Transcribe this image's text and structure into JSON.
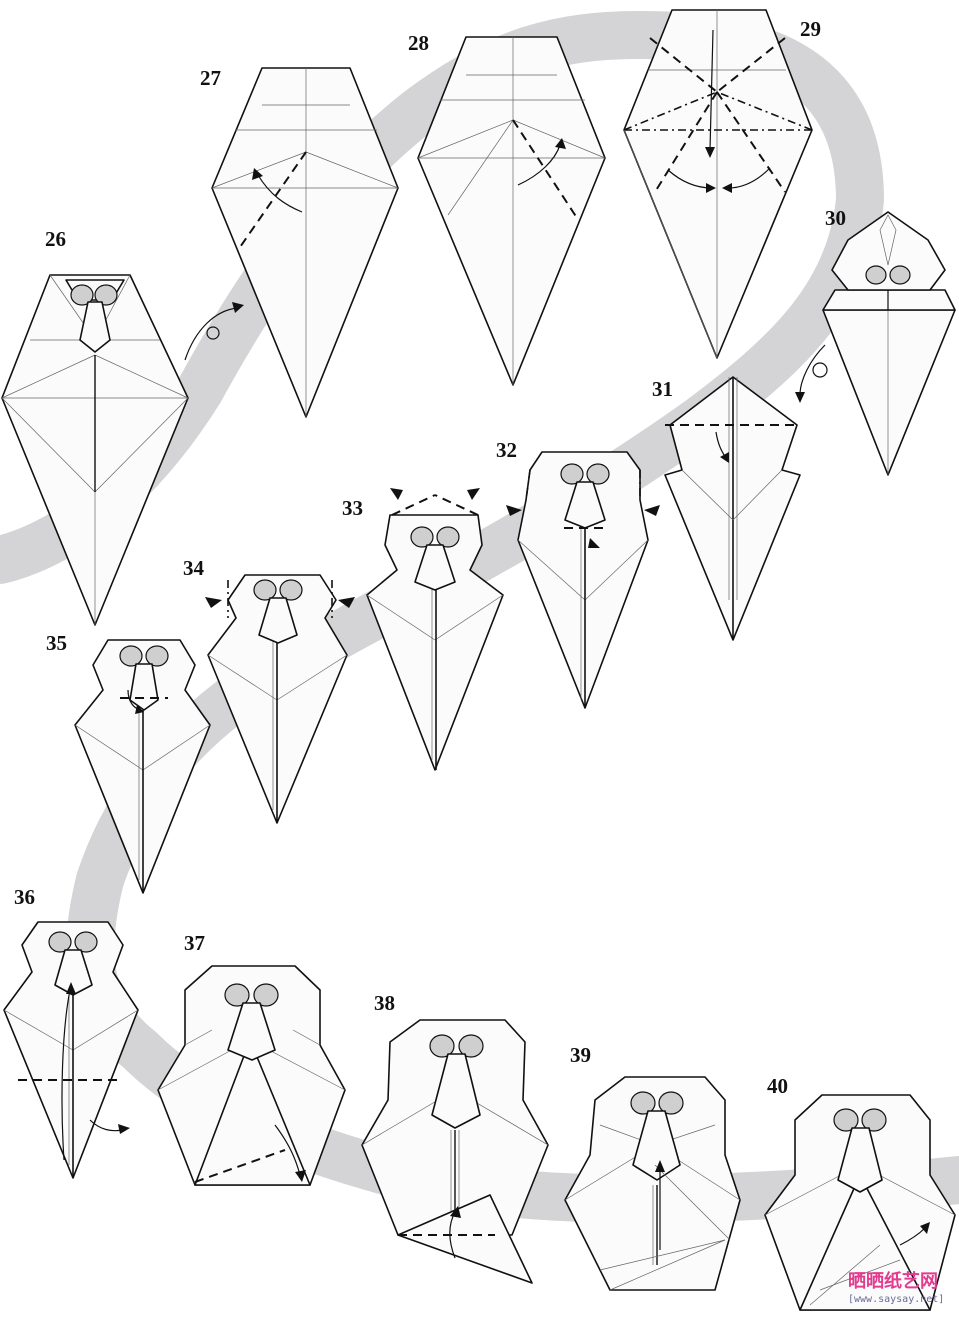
{
  "steps": [
    {
      "number": "26"
    },
    {
      "number": "27"
    },
    {
      "number": "28"
    },
    {
      "number": "29"
    },
    {
      "number": "30"
    },
    {
      "number": "31"
    },
    {
      "number": "32"
    },
    {
      "number": "33"
    },
    {
      "number": "34"
    },
    {
      "number": "35"
    },
    {
      "number": "36"
    },
    {
      "number": "37"
    },
    {
      "number": "38"
    },
    {
      "number": "39"
    },
    {
      "number": "40"
    }
  ],
  "watermark": {
    "main": "晒晒纸艺网",
    "sub": "[www.saysay.net]"
  },
  "colors": {
    "band": "#d4d4d6",
    "ink": "#111111",
    "eye_fill": "#cfcfcf",
    "watermark": "#e23b8f"
  }
}
